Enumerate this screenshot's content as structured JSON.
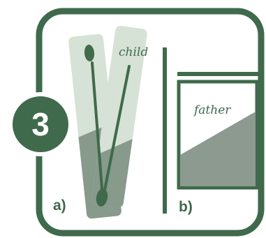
{
  "step": {
    "number": "3"
  },
  "panel_a": {
    "label": "a)",
    "swab_label": "child"
  },
  "panel_b": {
    "label": "b)",
    "bag_label": "father"
  },
  "colors": {
    "frame": "#3f6a4c",
    "swab_light": "#d5e2d5",
    "swab_dark": "#879a8b",
    "swab_stick": "#3f6a4c",
    "bag_fill_dark": "#8c9a8f",
    "background": "#ffffff",
    "badge_text": "#ffffff"
  }
}
